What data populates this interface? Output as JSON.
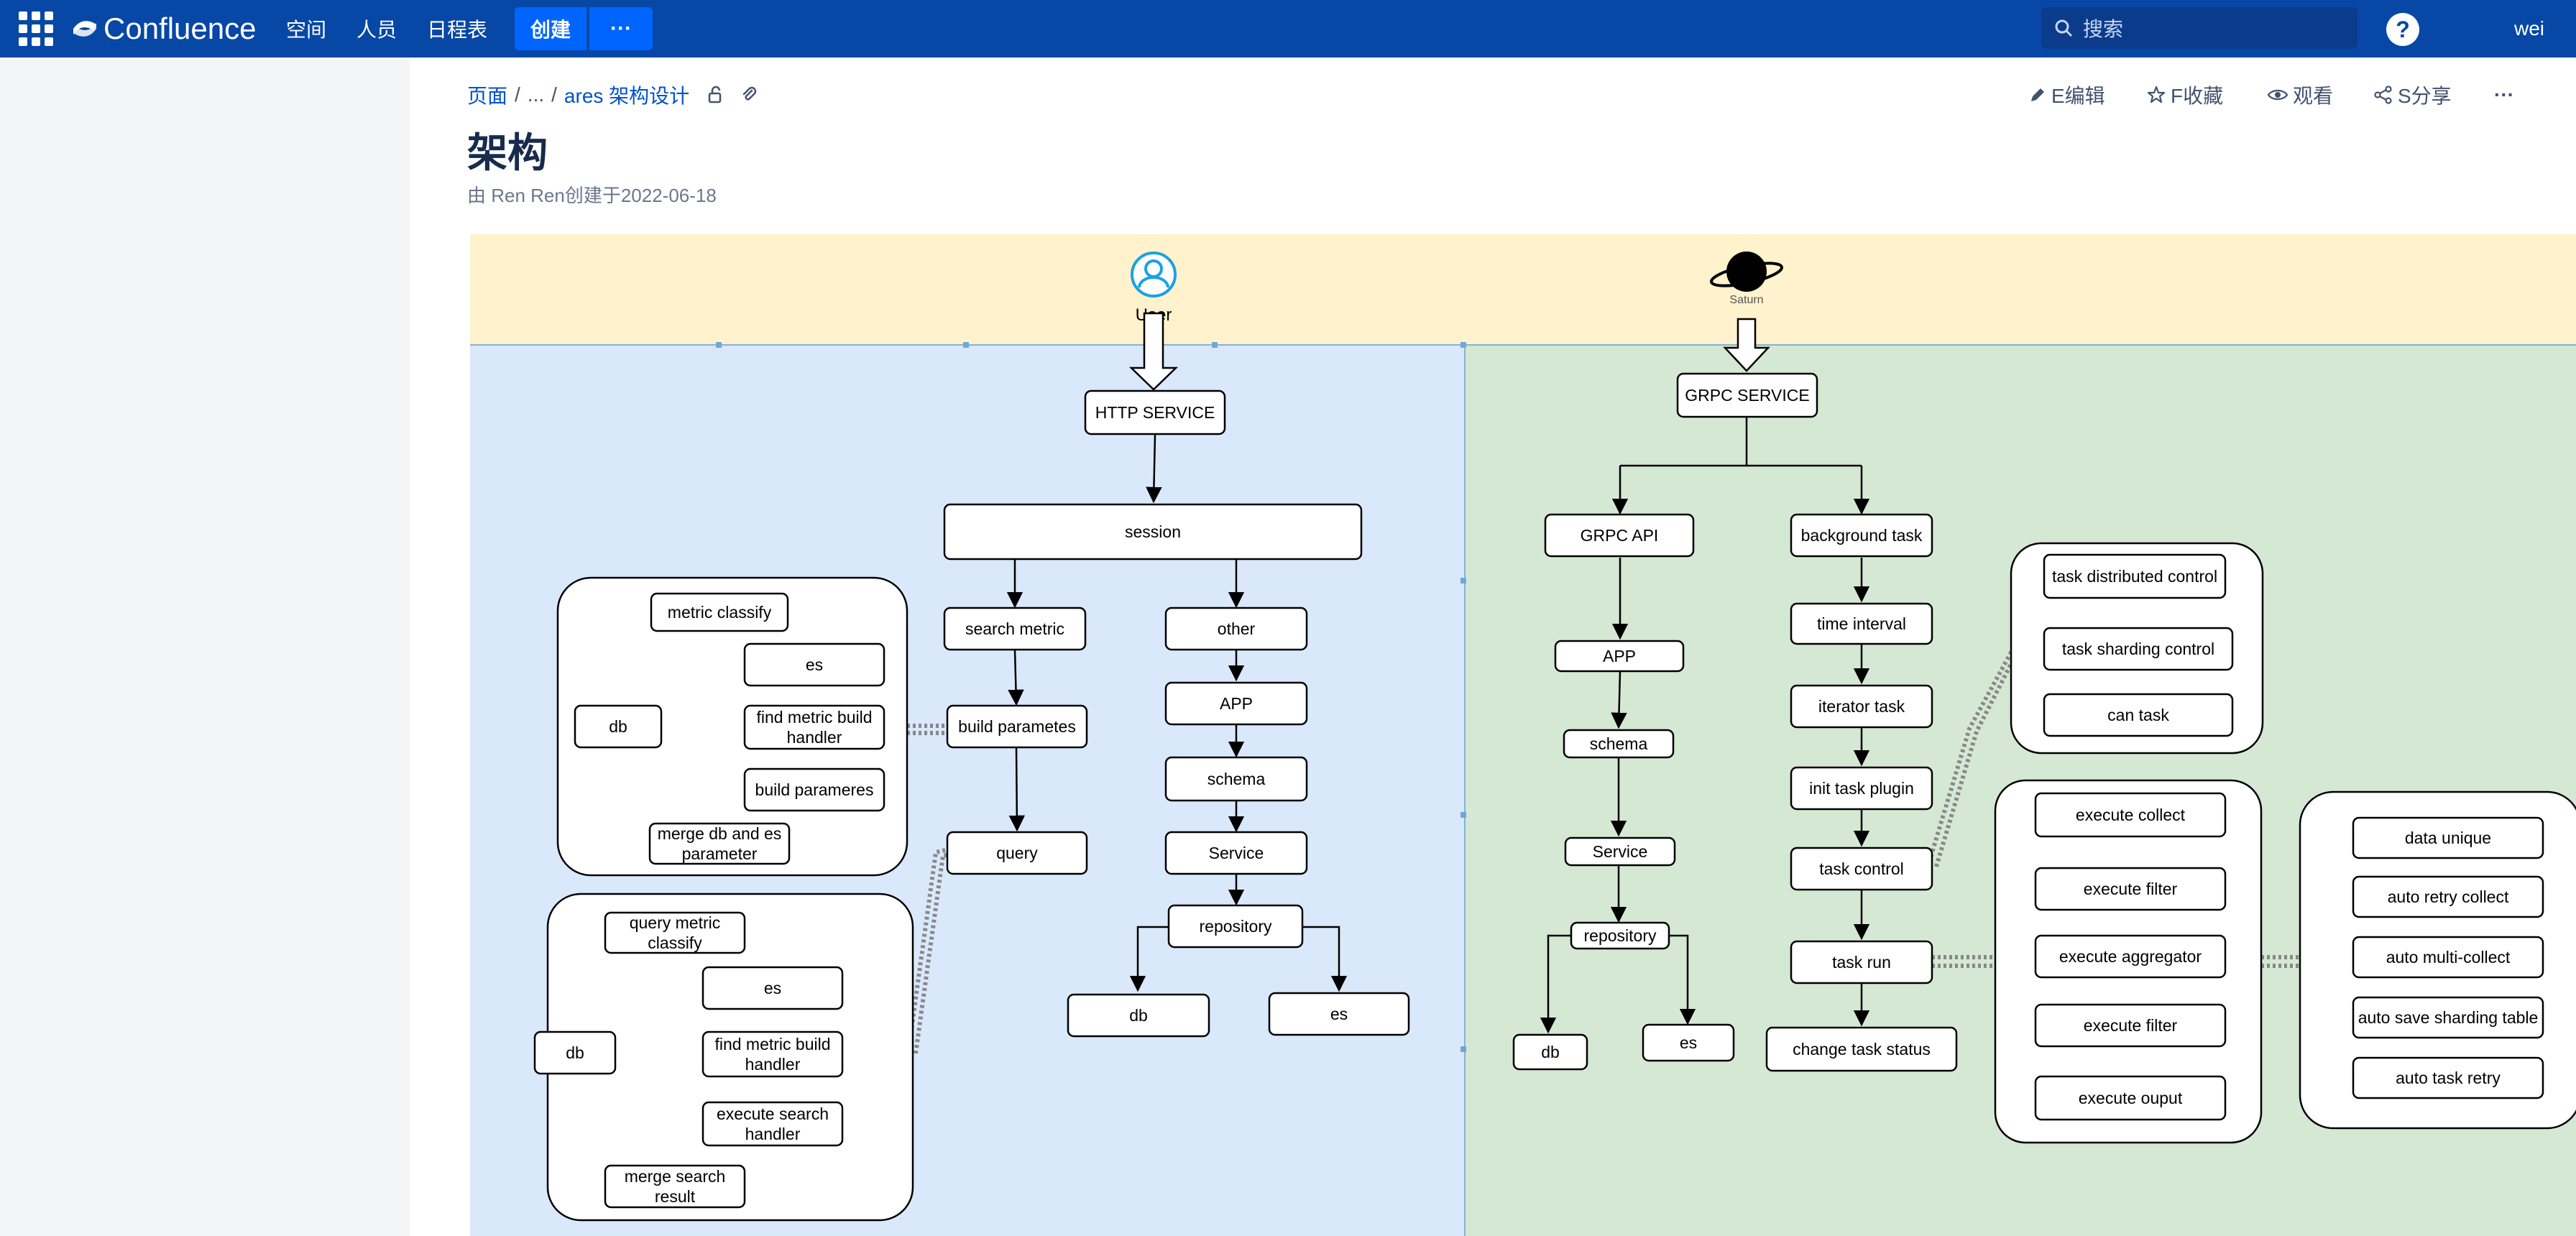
{
  "topbar": {
    "logo_text": "Confluence",
    "nav": [
      "空间",
      "人员",
      "日程表"
    ],
    "create_label": "创建",
    "more_label": "···",
    "search_placeholder": "搜索",
    "help_label": "?",
    "user_name": "wei",
    "brand_color": "#0747a6",
    "create_color": "#0065ff"
  },
  "breadcrumb": {
    "root": "页面",
    "sep": "/",
    "ellipsis": "...",
    "parent": "ares 架构设计"
  },
  "actions": {
    "edit": "E编辑",
    "save": "F收藏",
    "watch": "观看",
    "share": "S分享",
    "more": "···"
  },
  "page": {
    "title": "架构",
    "byline": "由 Ren Ren创建于2022-06-18"
  },
  "diagram": {
    "actors": {
      "user": "User",
      "saturn": "Saturn"
    },
    "left": {
      "http_service": "HTTP SERVICE",
      "session": "session",
      "search_metric": "search metric",
      "build_parametes": "build parametes",
      "query": "query",
      "other": "other",
      "app": "APP",
      "schema": "schema",
      "service": "Service",
      "repository": "repository",
      "db": "db",
      "es": "es",
      "group1": {
        "metric_classify": "metric classify",
        "es": "es",
        "db": "db",
        "find_metric_build_handler": [
          "find metric build",
          "handler"
        ],
        "build_parameres": "build parameres",
        "merge_db_es": [
          "merge db and es",
          "parameter"
        ]
      },
      "group2": {
        "query_metric_classify": [
          "query metric",
          "classify"
        ],
        "es": "es",
        "db": "db",
        "find_metric_build_handler": [
          "find metric build",
          "handler"
        ],
        "execute_search_handler": [
          "execute search",
          "handler"
        ],
        "merge_search_result": [
          "merge search",
          "result"
        ]
      }
    },
    "right": {
      "grpc_service": "GRPC SERVICE",
      "grpc_api": "GRPC API",
      "app": "APP",
      "schema": "schema",
      "service": "Service",
      "repository": "repository",
      "db": "db",
      "es": "es",
      "background_task": "background task",
      "time_interval": "time interval",
      "iterator_task": "iterator task",
      "init_task_plugin": "init task plugin",
      "task_control": "task control",
      "task_run": "task run",
      "change_task_status": "change task status",
      "control_group": [
        "task distributed control",
        "task sharding control",
        "can task"
      ],
      "run_group": [
        "execute collect",
        "execute filter",
        "execute aggregator",
        "execute filter",
        "execute ouput"
      ],
      "extra_group": [
        "data unique",
        "auto retry collect",
        "auto multi-collect",
        "auto save sharding table",
        "auto task retry"
      ]
    },
    "colors": {
      "top_band": "#fff2cc",
      "left_panel": "#dae8fc",
      "right_panel": "#d5e8d4",
      "box": "#ffffff",
      "line": "#000000",
      "user_icon": "#1ba1e2"
    }
  }
}
